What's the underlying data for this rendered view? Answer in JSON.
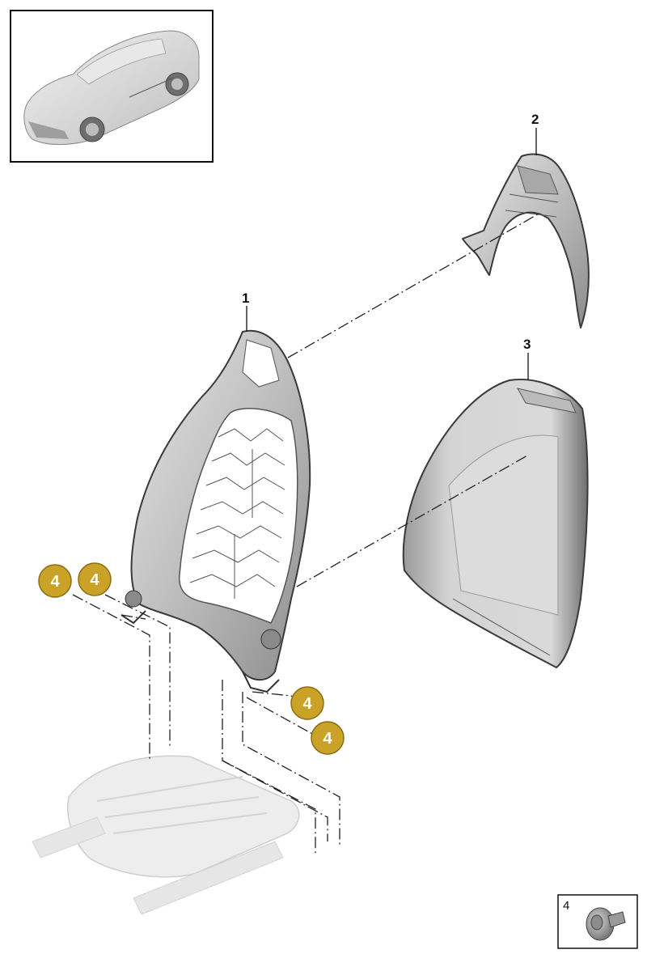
{
  "callouts": {
    "p1": "1",
    "p2": "2",
    "p3": "3"
  },
  "badges": [
    "4",
    "4",
    "4",
    "4"
  ],
  "legend": {
    "label": "4"
  },
  "colors": {
    "badge_fill": "#c9a227",
    "badge_stroke": "#8a6d12",
    "part_fill": "#cfcfcf",
    "part_dark": "#8f8f8f",
    "ghost_part": "#d8d8d8"
  }
}
